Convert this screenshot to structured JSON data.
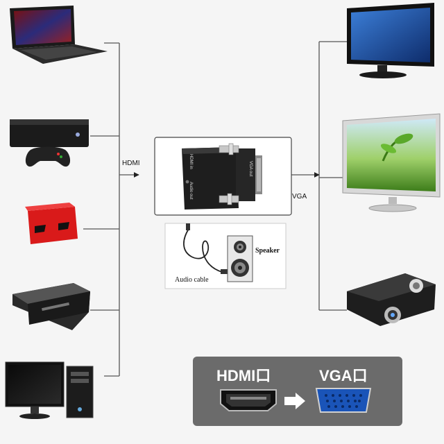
{
  "labels": {
    "input": "HDMI",
    "output": "VGA",
    "audio_cable": "Audio cable",
    "speaker": "Speaker"
  },
  "adapter": {
    "hdmi_port_text": "HDMI in",
    "audio_port_text": "Audio out",
    "vga_text": "VGA out"
  },
  "banner": {
    "left": "HDMI口",
    "right": "VGA口"
  },
  "source_devices": [
    "laptop",
    "game-console",
    "tv-box",
    "dvd-player",
    "desktop-computer"
  ],
  "output_devices": [
    "tv",
    "monitor",
    "projector"
  ],
  "colors": {
    "line": "#555555",
    "banner_bg": "#6b6b6b",
    "vga_port": "#1a54b8",
    "adapter": "#1e1e1e"
  }
}
